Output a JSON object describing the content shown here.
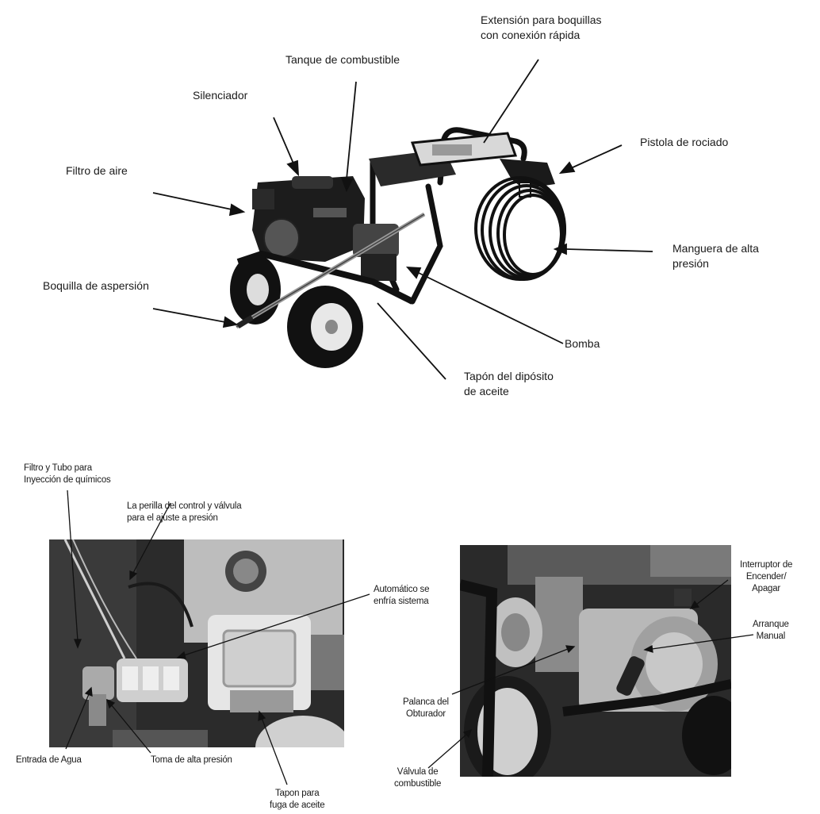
{
  "figure1": {
    "labels": {
      "extension": [
        "Extensión para boquillas",
        "con conexión rápida"
      ],
      "fuel_tank": "Tanque de combustible",
      "muffler": "Silenciador",
      "spray_gun": "Pistola de rociado",
      "air_filter": "Filtro de aire",
      "hose": [
        "Manguera de alta",
        "presión"
      ],
      "nozzle": "Boquilla de aspersión",
      "pump": "Bomba",
      "oil_cap": [
        "Tapón del dipósito",
        "de aceite"
      ]
    }
  },
  "figure2": {
    "labels": {
      "chem_filter": [
        "Filtro y Tubo para",
        "Inyección de químicos"
      ],
      "pressure_knob": [
        "La perilla del control y válvula",
        "para el ajuste a presión"
      ],
      "auto_cool": [
        "Automático se",
        "enfría sistema"
      ],
      "water_inlet": "Entrada de Agua",
      "high_pressure_outlet": "Toma de alta presión",
      "oil_leak_plug": [
        "Tapon para",
        "fuga de aceite"
      ]
    }
  },
  "figure3": {
    "labels": {
      "switch": [
        "Interruptor de",
        "Encender/",
        "Apagar"
      ],
      "manual_start": [
        "Arranque",
        "Manual"
      ],
      "choke": [
        "Palanca del",
        "Obturador"
      ],
      "fuel_valve": [
        "Válvula de",
        "combustible"
      ]
    }
  }
}
